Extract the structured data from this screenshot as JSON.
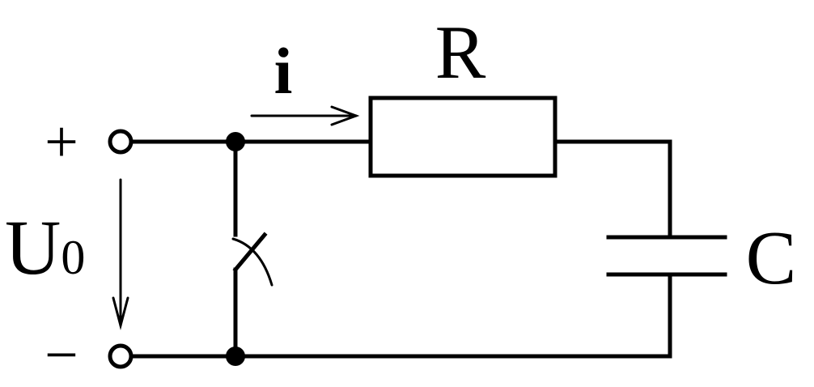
{
  "labels": {
    "plus": "+",
    "minus": "−",
    "voltage_main": "U",
    "voltage_sub": "0",
    "current": "i",
    "resistor": "R",
    "capacitor": "C"
  },
  "colors": {
    "line": "#000000",
    "background": "#ffffff"
  }
}
